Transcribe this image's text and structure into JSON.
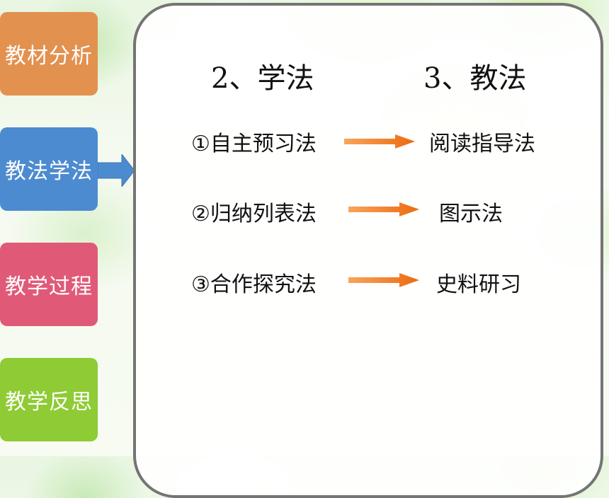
{
  "sidebar": {
    "items": [
      {
        "label": "教材分析",
        "color": "#e2914f"
      },
      {
        "label": "教法学法",
        "color": "#4d8bd0"
      },
      {
        "label": "教学过程",
        "color": "#e05a77"
      },
      {
        "label": "教学反思",
        "color": "#8ecb34"
      }
    ]
  },
  "panel": {
    "learning_heading": "2、学法",
    "teaching_heading": "3、教法",
    "rows": [
      {
        "left": "①自主预习法",
        "right": "阅读指导法"
      },
      {
        "left": "②归纳列表法",
        "right": "图示法"
      },
      {
        "left": "③合作探究法",
        "right": "史料研习"
      }
    ]
  },
  "colors": {
    "arrow": "#f07a1a",
    "pointer": "#4d8bd0",
    "panel_border": "#747474"
  }
}
